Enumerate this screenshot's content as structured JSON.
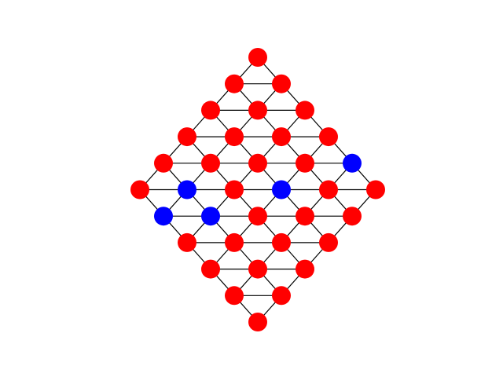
{
  "colors": {
    "default_node": "#ff0000",
    "highlight_node": "#0000ff",
    "edge": "#000000",
    "background": "#ffffff"
  },
  "graph": {
    "layout": "diamond-triangular-lattice",
    "row_counts": [
      1,
      2,
      3,
      4,
      5,
      6,
      5,
      4,
      3,
      2,
      1
    ],
    "highlighted_nodes": [
      [
        4,
        4
      ],
      [
        5,
        1
      ],
      [
        5,
        3
      ],
      [
        6,
        0
      ],
      [
        6,
        1
      ]
    ]
  }
}
